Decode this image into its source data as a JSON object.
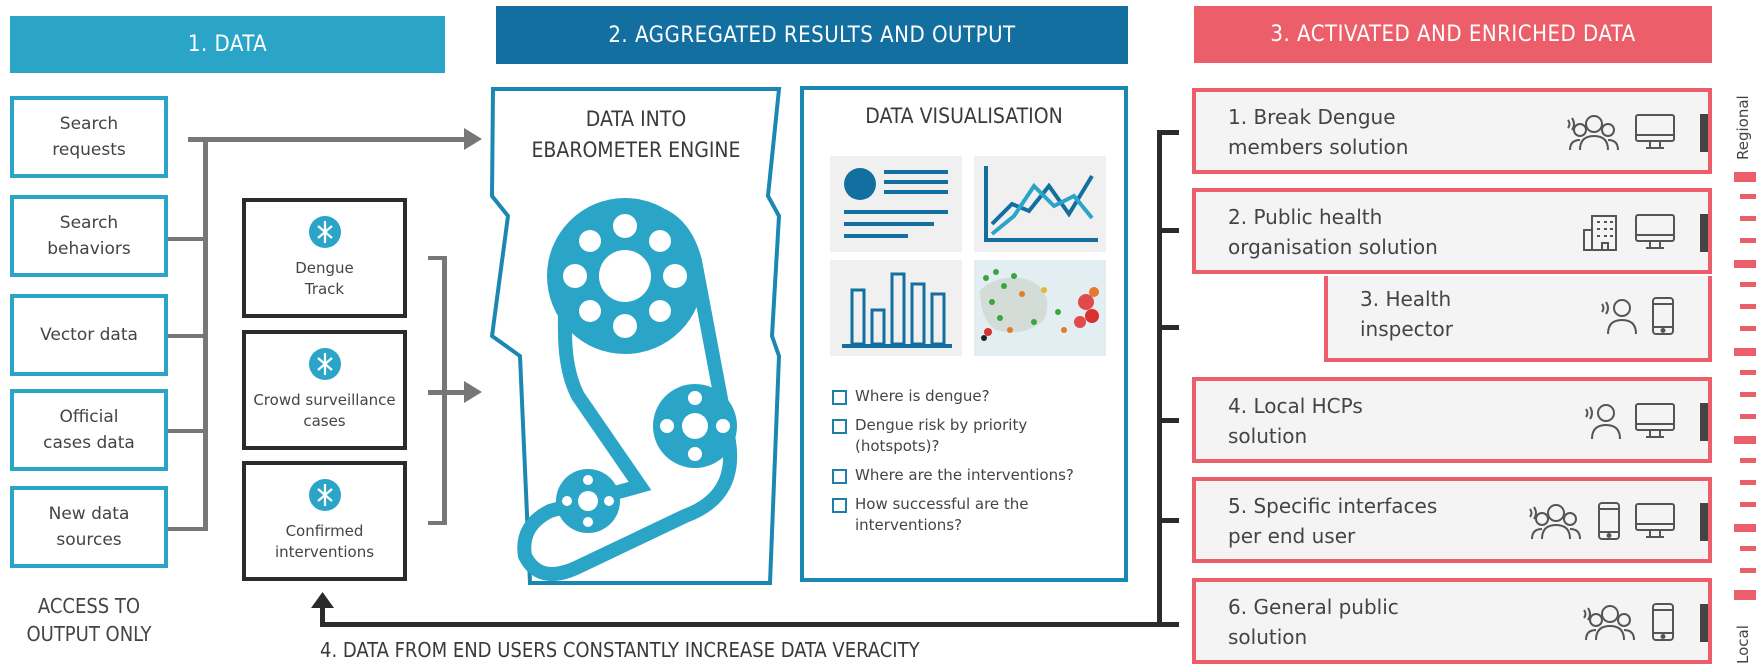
{
  "banners": {
    "data": "1. DATA",
    "aggregated": "2. AGGREGATED RESULTS AND OUTPUT",
    "activated": "3. ACTIVATED AND ENRICHED DATA"
  },
  "colors": {
    "data_blue": "#2aa5c7",
    "aggregated_blue": "#136fa0",
    "activated_red": "#ec5f6a",
    "dark": "#2b2b2b"
  },
  "sources": [
    "Search\nrequests",
    "Search\nbehaviors",
    "Vector data",
    "Official\ncases data",
    "New data\nsources"
  ],
  "access_note": "ACCESS TO\nOUTPUT ONLY",
  "mid_sources": [
    {
      "label": "Dengue\nTrack",
      "icon": "mosquito-icon"
    },
    {
      "label": "Crowd surveillance\ncases",
      "icon": "mosquito-icon"
    },
    {
      "label": "Confirmed\ninterventions",
      "icon": "mosquito-icon"
    }
  ],
  "engine": {
    "title": "DATA INTO\nEBAROMETER ENGINE",
    "icon": "gears-belt-icon"
  },
  "visualisation": {
    "title": "DATA VISUALISATION",
    "thumbnails": [
      "document-icon",
      "line-chart-icon",
      "bar-chart-icon",
      "map-icon"
    ],
    "questions": [
      "Where is dengue?",
      "Dengue risk by priority\n(hotspots)?",
      "Where are the interventions?",
      "How successful are the\ninterventions?"
    ]
  },
  "outputs": [
    {
      "label": "1. Break Dengue\nmembers solution",
      "icons": [
        "group-icon",
        "monitor-icon"
      ]
    },
    {
      "label": "2. Public health\norganisation solution",
      "icons": [
        "building-icon",
        "monitor-icon"
      ]
    },
    {
      "label": "3. Health\ninspector",
      "icons": [
        "person-icon",
        "phone-icon"
      ]
    },
    {
      "label": "4. Local HCPs\nsolution",
      "icons": [
        "person-icon",
        "monitor-icon"
      ]
    },
    {
      "label": "5. Specific interfaces\nper end user",
      "icons": [
        "group-icon",
        "phone-icon",
        "monitor-icon"
      ]
    },
    {
      "label": "6. General public\nsolution",
      "icons": [
        "group-icon",
        "phone-icon"
      ]
    }
  ],
  "scale": {
    "top": "Regional",
    "bottom": "Local"
  },
  "feedback": "4. DATA FROM END USERS CONSTANTLY INCREASE DATA VERACITY"
}
